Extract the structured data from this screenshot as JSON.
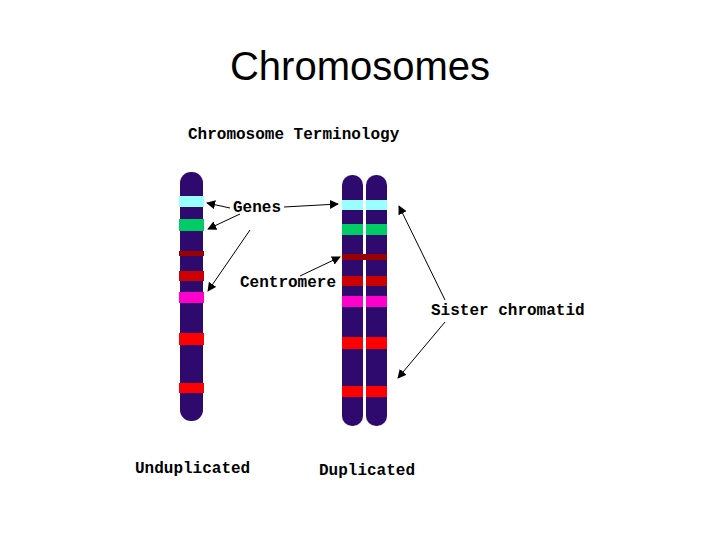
{
  "diagram": {
    "title": "Chromosomes",
    "labels": [
      "Chromosome Terminology",
      "Genes",
      "Centromere",
      "Sister chromatid",
      "Unduplicated",
      "Duplicated"
    ]
  }
}
